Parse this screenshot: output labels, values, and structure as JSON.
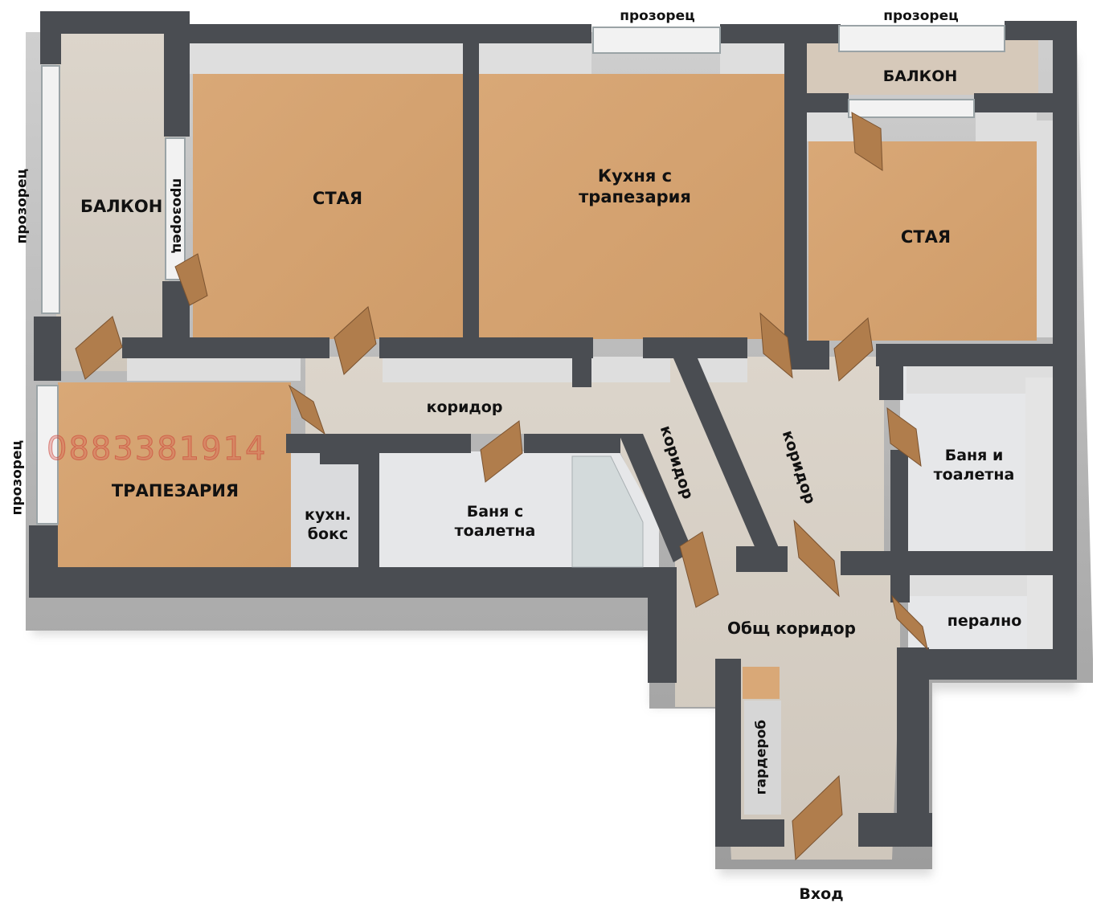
{
  "rooms": {
    "balcony_left": "БАЛКОН",
    "room_left": "СТАЯ",
    "kitchen_dining": "Кухня с\nтрапезария",
    "room_right": "СТАЯ",
    "balcony_top_right": "БАЛКОН",
    "dining": "ТРАПЕЗАРИЯ",
    "kitchen_box": "кухн.\nбокс",
    "bathroom_center": "Баня с\nтоалетна",
    "bathroom_right": "Баня и\nтоалетна",
    "laundry": "перално",
    "common_corridor": "Общ коридор",
    "wardrobe": "гардероб",
    "corridor_horizontal": "коридор",
    "corridor_diag_1": "коридор",
    "corridor_diag_2": "коридор"
  },
  "windows": {
    "top_center": "прозорец",
    "top_right": "прозорец",
    "left_upper": "прозорец",
    "left_lower": "прозорец",
    "inner": "прозорец"
  },
  "entrance": "Вход",
  "watermark": "0883381914",
  "colors": {
    "wall": "#4a4d52",
    "floor_wood": "#d7a877",
    "floor_tile": "#d8d2c8",
    "bath_floor": "#e6e7e9",
    "door": "#b07d4c"
  }
}
